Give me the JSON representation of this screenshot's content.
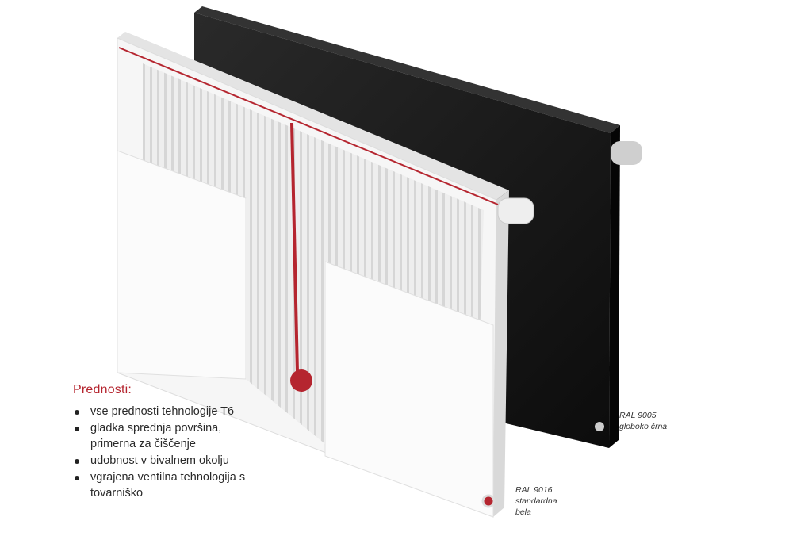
{
  "benefits": {
    "title": "Prednosti:",
    "items": [
      "vse prednosti tehnologije T6",
      "gladka sprednja površina, primerna za čiščenje",
      "udobnost v bivalnem okolju",
      "vgrajena ventilna tehnologija s tovarniško"
    ]
  },
  "captions": {
    "black": {
      "code": "RAL 9005",
      "name": "globoko črna"
    },
    "white": {
      "code": "RAL 9016",
      "line1": "standardna",
      "line2": "bela"
    }
  },
  "colors": {
    "accent": "#b5252f",
    "black_panel": "#161616",
    "white_panel": "#f2f2f2"
  }
}
